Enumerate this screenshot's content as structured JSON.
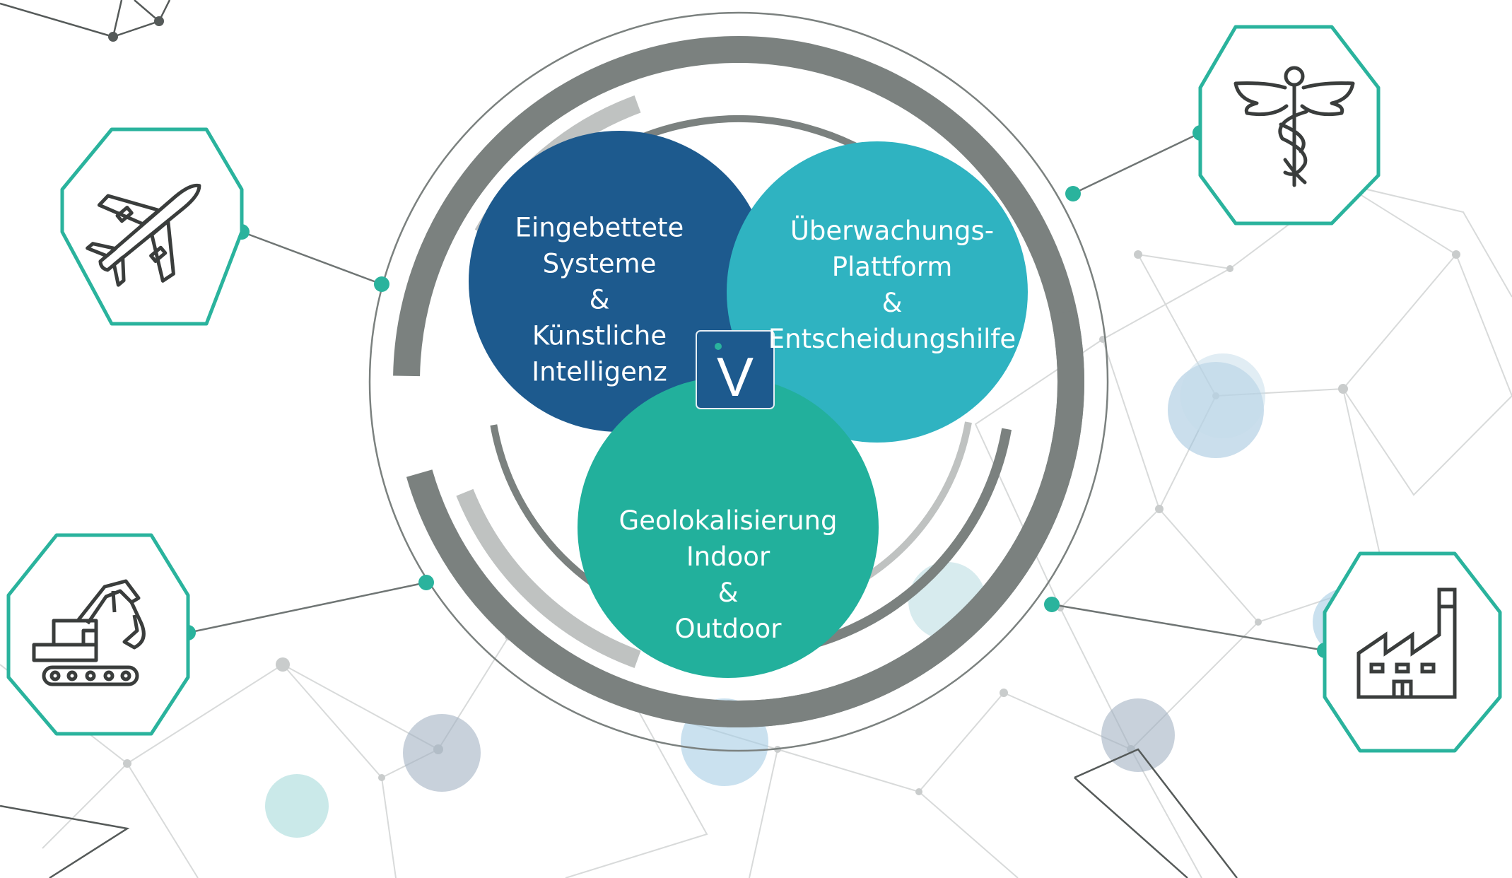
{
  "circles": [
    {
      "id": "embedded",
      "lines": [
        "Eingebettete",
        "Systeme",
        "&",
        "Künstliche",
        "Intelligenz"
      ],
      "color": "#1d5a8e"
    },
    {
      "id": "monitoring",
      "lines": [
        "Überwachungs-",
        "Plattform",
        "&",
        "Entscheidungshilfe"
      ],
      "color": "#2fb3c1"
    },
    {
      "id": "geolocation",
      "lines": [
        "Geolokalisierung",
        "Indoor",
        "&",
        "Outdoor"
      ],
      "color": "#22b09c"
    }
  ],
  "logo": {
    "letter": "V",
    "color": "#1d5a8e",
    "dot_color": "#2ab39d"
  },
  "sectors": [
    {
      "id": "aviation",
      "icon": "airplane-icon"
    },
    {
      "id": "medical",
      "icon": "caduceus-icon"
    },
    {
      "id": "construction",
      "icon": "excavator-icon"
    },
    {
      "id": "industry",
      "icon": "factory-icon"
    }
  ],
  "colors": {
    "accent": "#2ab39d",
    "ring_dark": "#7b817f",
    "ring_light": "#bfc2c1",
    "network_line": "#d4d6d6"
  }
}
